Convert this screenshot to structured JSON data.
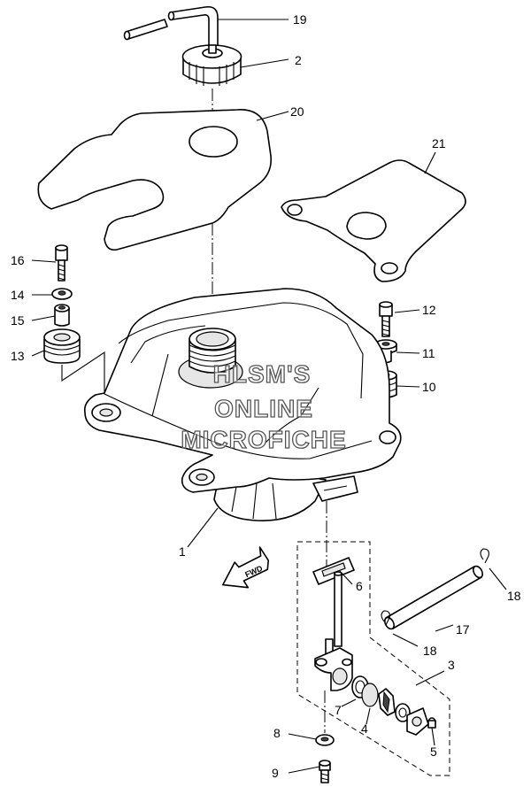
{
  "diagram": {
    "callouts": [
      "19",
      "2",
      "20",
      "21",
      "16",
      "14",
      "15",
      "13",
      "12",
      "11",
      "10",
      "1",
      "6",
      "18",
      "18",
      "17",
      "3",
      "7",
      "4",
      "5",
      "8",
      "9"
    ],
    "fwd_label": "FWD",
    "watermark": [
      "HLSM'S",
      "ONLINE",
      "MICROFICHE"
    ]
  }
}
